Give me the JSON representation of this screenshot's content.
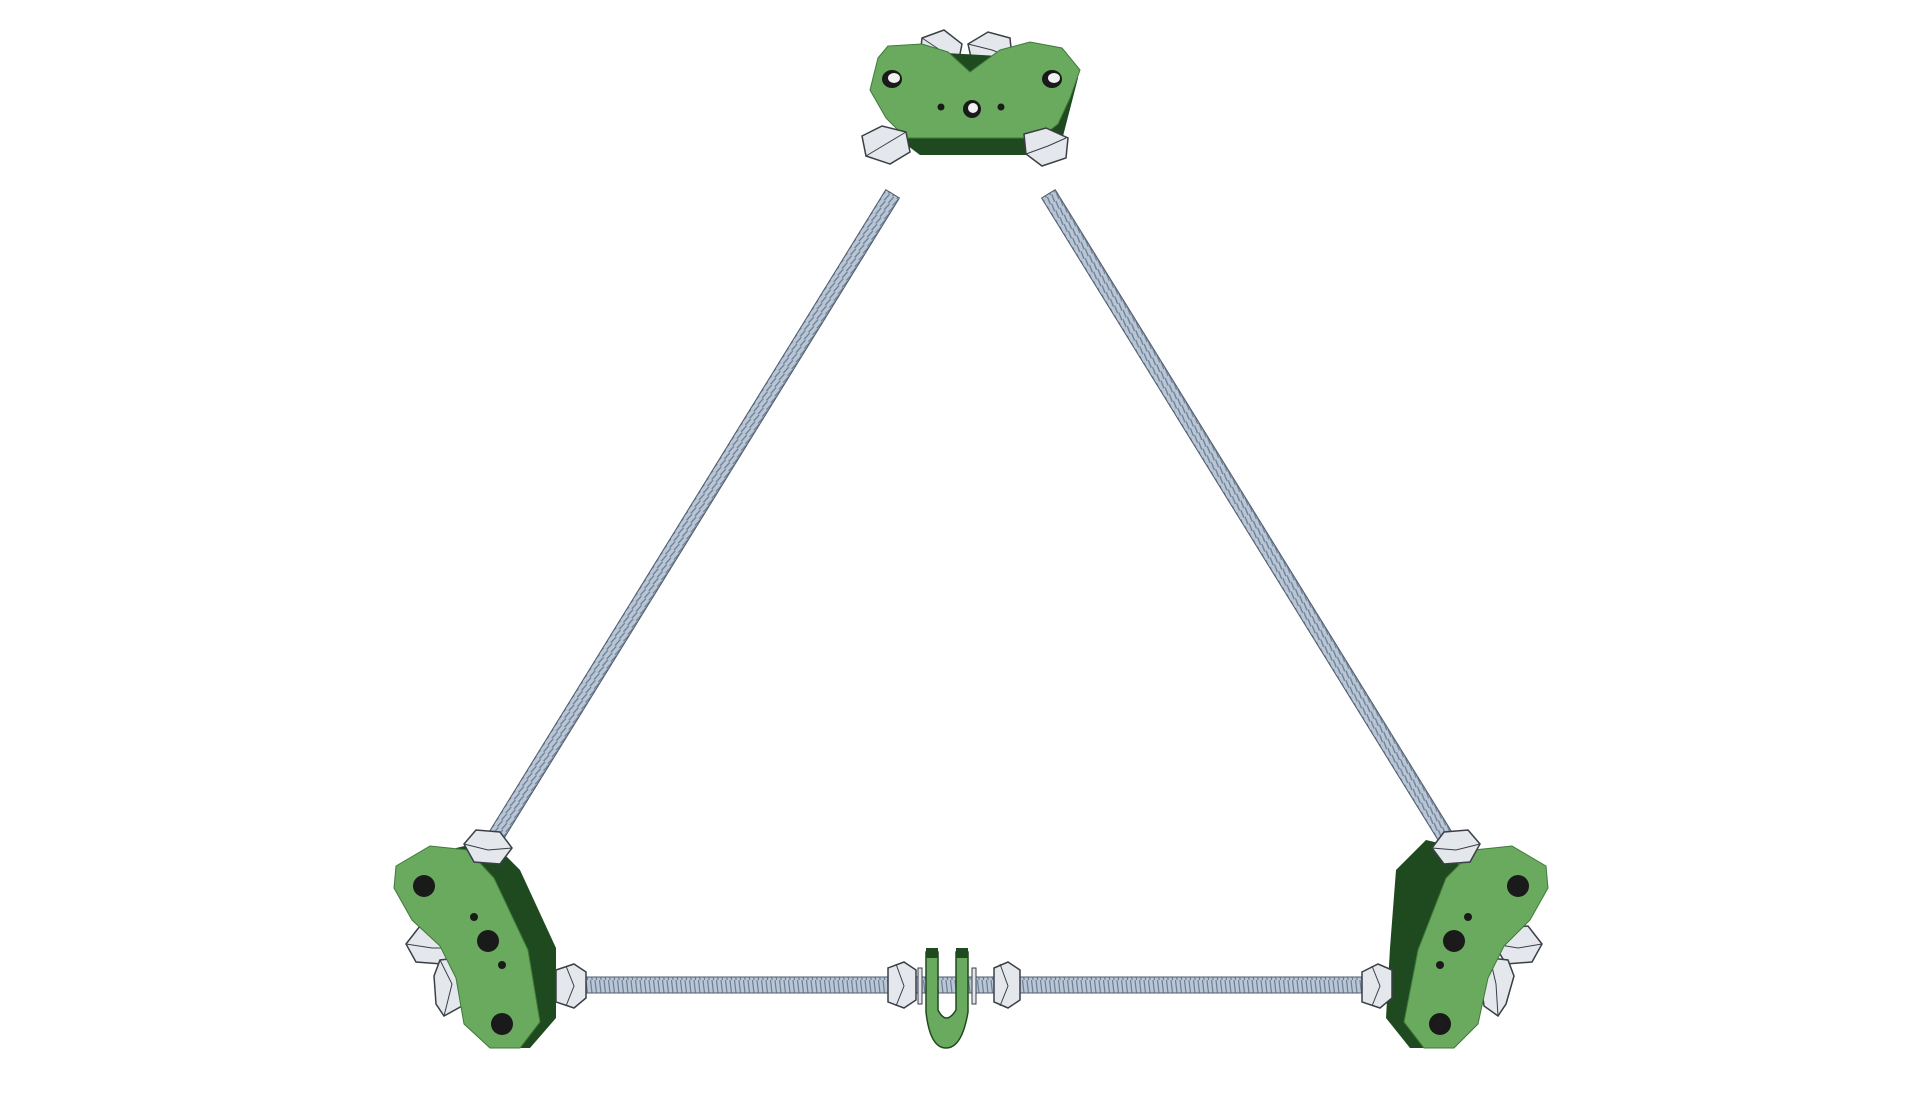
{
  "diagram": {
    "colors": {
      "background": "#ffffff",
      "plate_face": "#6aaa5e",
      "plate_edge": "#1f4a1f",
      "rod_fill": "#b9c6d6",
      "rod_thread": "#6d7e93",
      "nut_fill": "#e4e7ec",
      "nut_outline": "#3a3f46",
      "hole": "#1a1a1a"
    },
    "components": {
      "corner_brackets": [
        "top",
        "bottom-left",
        "bottom-right"
      ],
      "threaded_rods": [
        "left",
        "right",
        "bottom"
      ],
      "center_clip": "u-clip"
    }
  }
}
